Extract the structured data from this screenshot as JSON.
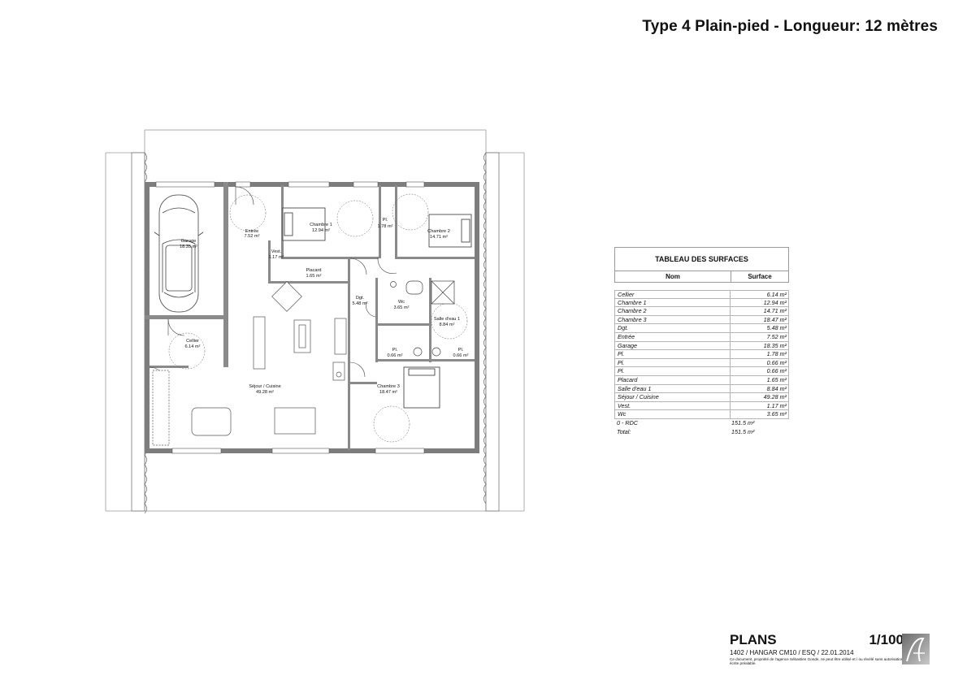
{
  "header": {
    "title": "Type 4 Plain-pied - Longueur: 12 mètres"
  },
  "plan": {
    "rooms": [
      {
        "id": "garage",
        "name": "Garage",
        "area": "18.35 m²"
      },
      {
        "id": "entree",
        "name": "Entrée",
        "area": "7.52 m²"
      },
      {
        "id": "chambre1",
        "name": "Chambre 1",
        "area": "12.94 m²"
      },
      {
        "id": "pl1",
        "name": "Pl.",
        "area": "1.78 m²"
      },
      {
        "id": "chambre2",
        "name": "Chambre 2",
        "area": "14.71 m²"
      },
      {
        "id": "vest",
        "name": "Vest.",
        "area": "1.17 m²"
      },
      {
        "id": "placard",
        "name": "Placard",
        "area": "1.65 m²"
      },
      {
        "id": "dgt",
        "name": "Dgt.",
        "area": "5.48 m²"
      },
      {
        "id": "wc",
        "name": "Wc",
        "area": "3.65 m²"
      },
      {
        "id": "sdb",
        "name": "Salle d'eau 1",
        "area": "8.84 m²"
      },
      {
        "id": "cellier",
        "name": "Cellier",
        "area": "6.14 m²"
      },
      {
        "id": "pl2",
        "name": "Pl.",
        "area": "0.66 m²"
      },
      {
        "id": "pl3",
        "name": "Pl.",
        "area": "0.66 m²"
      },
      {
        "id": "sejour",
        "name": "Séjour / Cuisine",
        "area": "49.28 m²"
      },
      {
        "id": "chambre3",
        "name": "Chambre 3",
        "area": "18.47 m²"
      }
    ]
  },
  "table": {
    "title": "TABLEAU DES SURFACES",
    "col_name": "Nom",
    "col_surface": "Surface",
    "rows": [
      {
        "name": "Cellier",
        "surface": "6.14 m²"
      },
      {
        "name": "Chambre 1",
        "surface": "12.94 m²"
      },
      {
        "name": "Chambre 2",
        "surface": "14.71 m²"
      },
      {
        "name": "Chambre 3",
        "surface": "18.47 m²"
      },
      {
        "name": "Dgt.",
        "surface": "5.48 m²"
      },
      {
        "name": "Entrée",
        "surface": "7.52 m²"
      },
      {
        "name": "Garage",
        "surface": "18.35 m²"
      },
      {
        "name": "Pl.",
        "surface": "1.78 m²"
      },
      {
        "name": "Pl.",
        "surface": "0.66 m²"
      },
      {
        "name": "Pl.",
        "surface": "0.66 m²"
      },
      {
        "name": "Placard",
        "surface": "1.65 m²"
      },
      {
        "name": "Salle d'eau 1",
        "surface": "8.84 m²"
      },
      {
        "name": "Séjour / Cuisine",
        "surface": "49.28 m²"
      },
      {
        "name": "Vest.",
        "surface": "1.17 m²"
      },
      {
        "name": "Wc",
        "surface": "3.65 m²"
      }
    ],
    "level_name": "0 - RDC",
    "level_value": "151.5 m²",
    "total_name": "Total:",
    "total_value": "151.5 m²"
  },
  "footer": {
    "label": "PLANS",
    "scale": "1/100",
    "reference": "1402 / HANGAR CM10 / ESQ / 22.01.2014",
    "notice": "Ce document, propriété de l'agence Sébastien Gonde, ne peut être utilisé et / ou révélé sans autorisation écrite préalable."
  },
  "colors": {
    "wall": "#7d7d7d",
    "line": "#555555",
    "table_border": "#999999"
  }
}
